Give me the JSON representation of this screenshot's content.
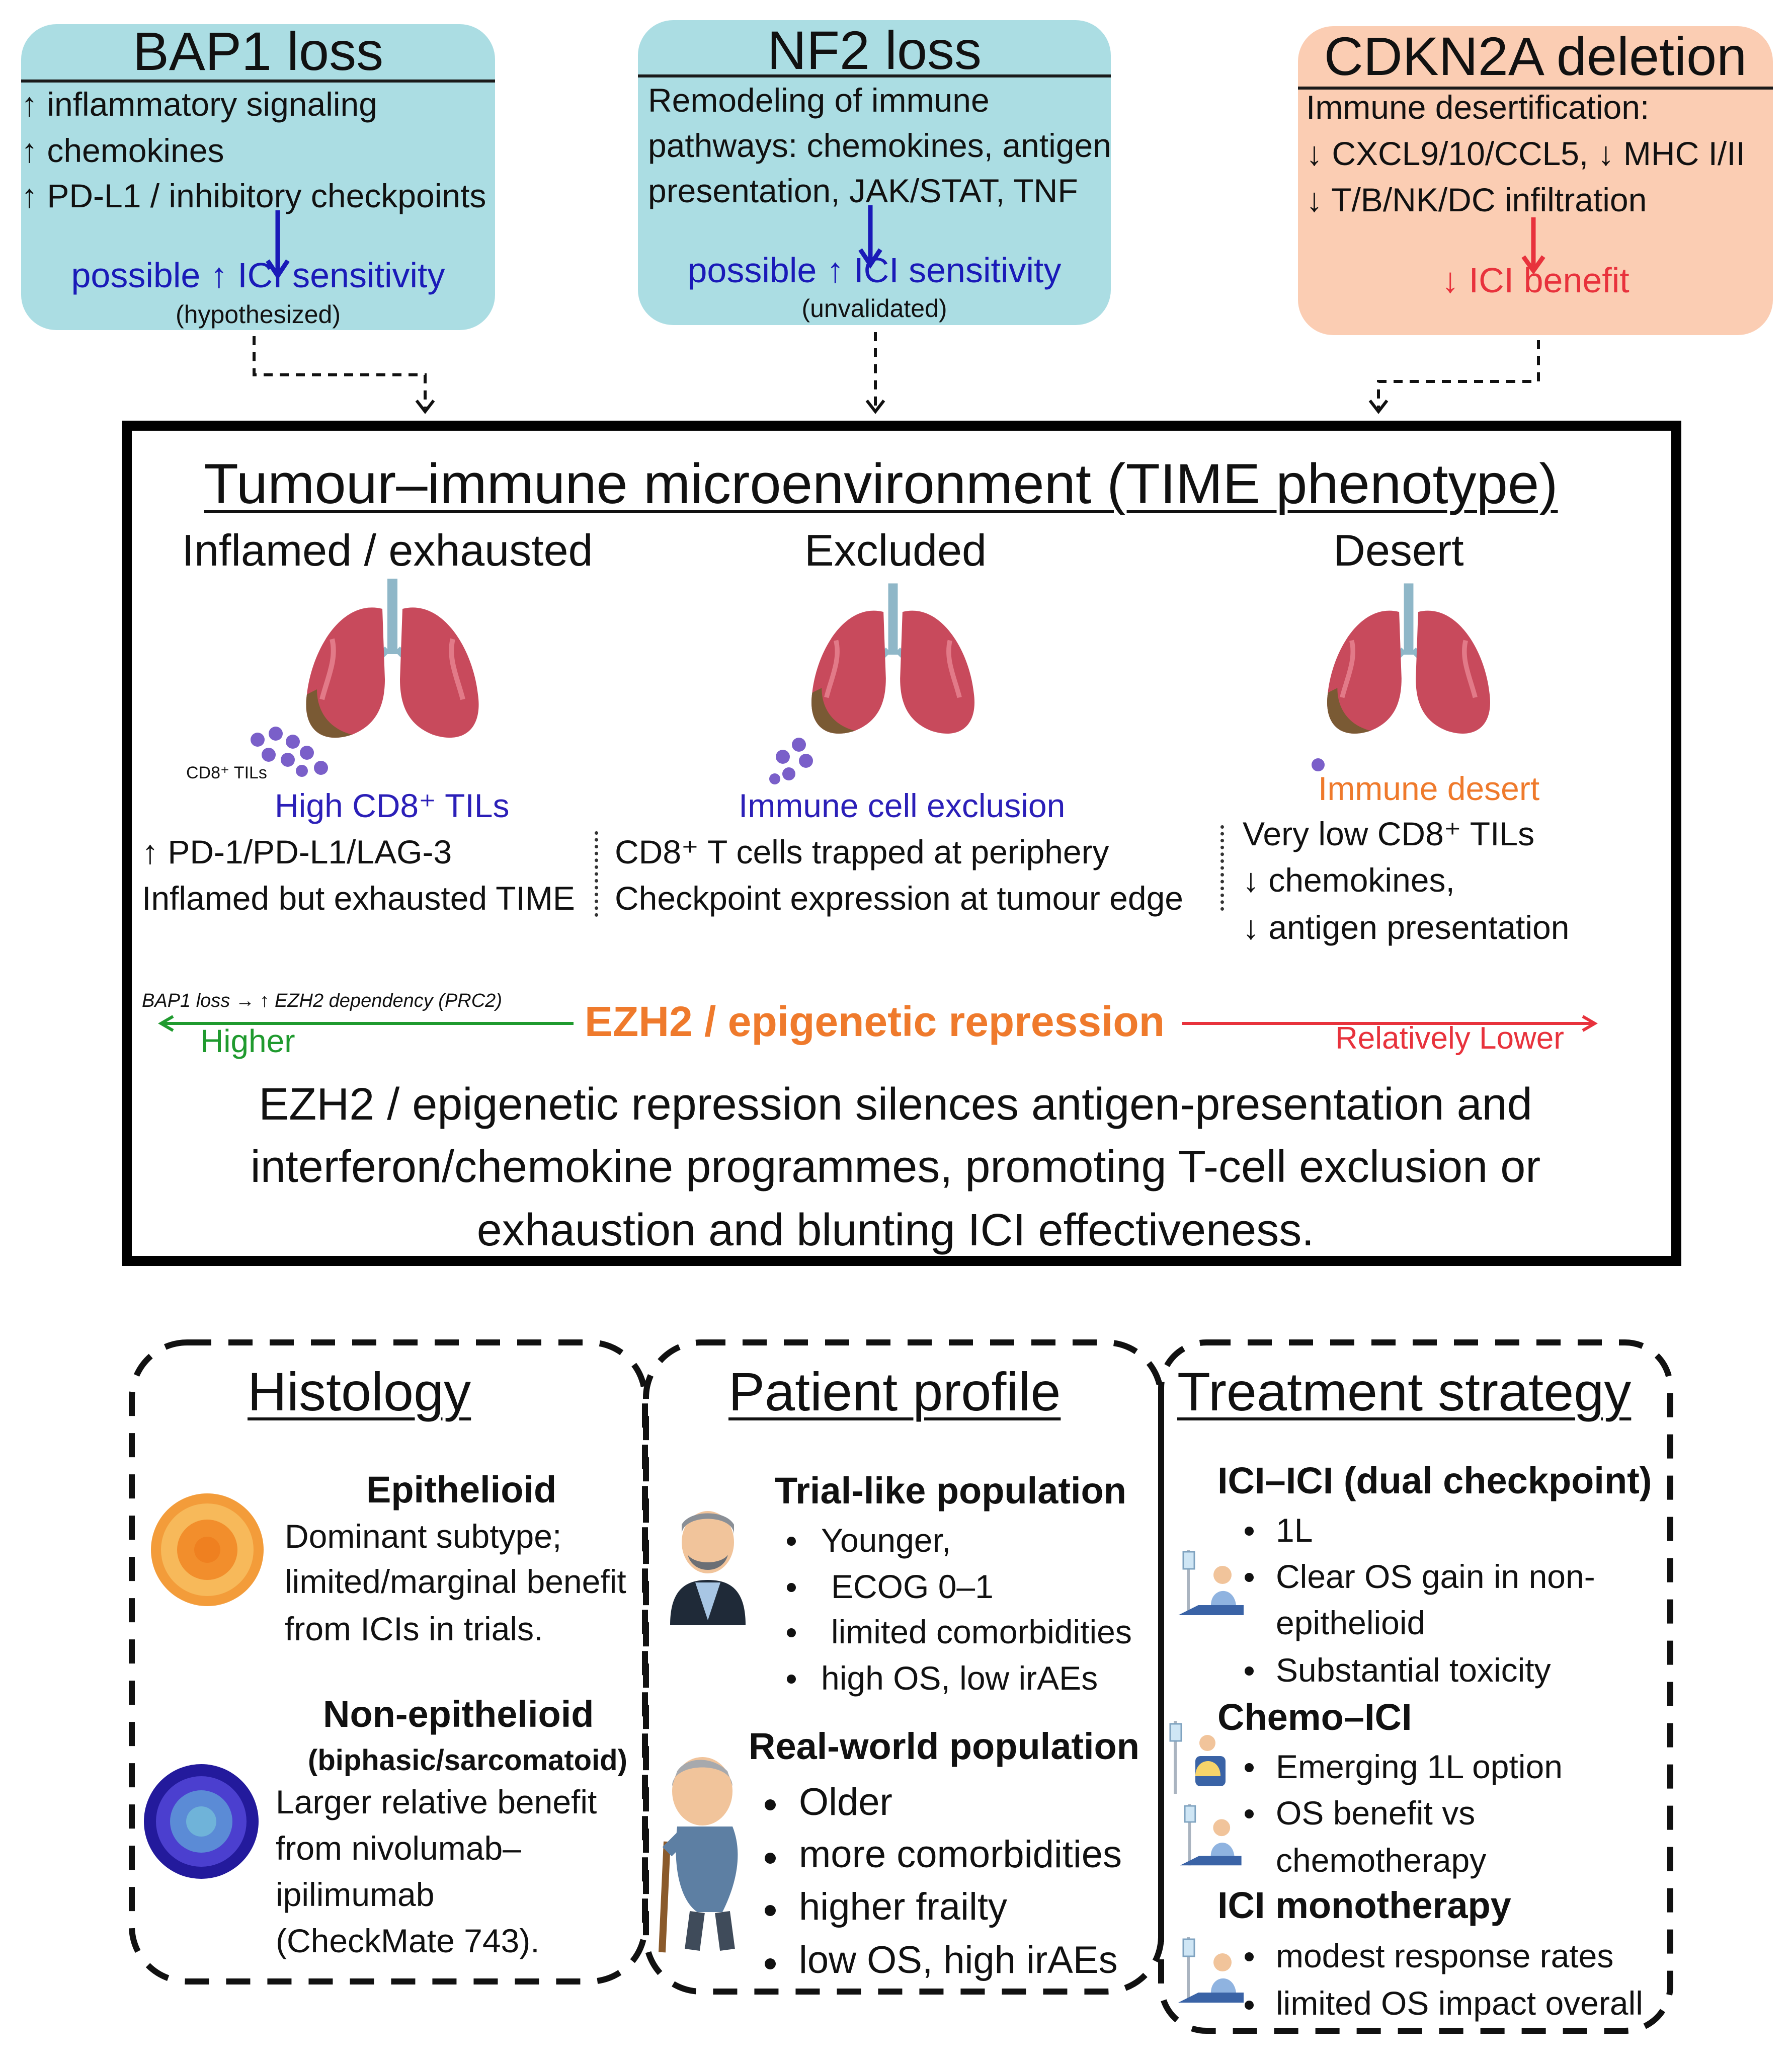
{
  "bap1": {
    "title": "BAP1 loss",
    "lines": [
      "↑ inflammatory signaling",
      "↑ chemokines",
      "↑ PD-L1 / inhibitory checkpoints"
    ],
    "conclusion": "possible ↑ ICI sensitivity",
    "note": "(hypothesized)"
  },
  "nf2": {
    "title": "NF2 loss",
    "lines": [
      "Remodeling of immune",
      "pathways: chemokines, antigen",
      "presentation, JAK/STAT, TNF"
    ],
    "conclusion": "possible ↑ ICI sensitivity",
    "note": "(unvalidated)"
  },
  "cdkn2a": {
    "title": "CDKN2A deletion",
    "lines": [
      "Immune desertification:",
      "↓ CXCL9/10/CCL5, ↓ MHC I/II",
      "↓ T/B/NK/DC infiltration"
    ],
    "conclusion": "↓ ICI benefit"
  },
  "time": {
    "title": "Tumour–immune microenvironment (TIME phenotype)",
    "inflamed": {
      "heading": "Inflamed / exhausted",
      "cells_label": "CD8⁺ TILs",
      "label": "High CD8⁺ TILs",
      "lines": [
        "↑ PD-1/PD-L1/LAG-3",
        "Inflamed but exhausted TIME"
      ]
    },
    "excluded": {
      "heading": "Excluded",
      "label": "Immune cell exclusion",
      "lines": [
        "CD8⁺ T cells trapped at periphery",
        "Checkpoint expression at tumour edge"
      ]
    },
    "desert": {
      "heading": "Desert",
      "label": "Immune desert",
      "lines": [
        "Very low CD8⁺ TILs",
        "↓ chemokines,",
        "↓ antigen presentation"
      ]
    },
    "ezh2": {
      "note": "BAP1 loss → ↑ EZH2 dependency (PRC2)",
      "label": "EZH2 / epigenetic repression",
      "higher": "Higher",
      "lower": "Relatively Lower"
    },
    "summary": [
      "EZH2 / epigenetic repression silences antigen-presentation and",
      "interferon/chemokine programmes, promoting T-cell exclusion or",
      "exhaustion and blunting ICI effectiveness."
    ]
  },
  "histology": {
    "title": "Histology",
    "epithelioid": {
      "heading": "Epithelioid",
      "lines": [
        "Dominant subtype;",
        "limited/marginal benefit",
        "from ICIs in trials."
      ]
    },
    "non_epithelioid": {
      "heading": "Non-epithelioid",
      "subheading": "(biphasic/sarcomatoid)",
      "lines": [
        "Larger relative benefit",
        "from nivolumab–",
        "ipilimumab",
        "(CheckMate 743)."
      ]
    }
  },
  "patient": {
    "title": "Patient profile",
    "trial": {
      "heading": "Trial-like population",
      "bullets": [
        "Younger,",
        "ECOG 0–1",
        "limited comorbidities",
        "high OS, low irAEs"
      ]
    },
    "real_world": {
      "heading": "Real-world population",
      "bullets": [
        "Older",
        "more comorbidities",
        "higher frailty",
        "low OS, high irAEs"
      ]
    }
  },
  "treatment": {
    "title": "Treatment strategy",
    "ici_ici": {
      "heading": "ICI–ICI (dual checkpoint)",
      "bullets": [
        "1L",
        "Clear OS gain in non-",
        "epithelioid",
        "Substantial toxicity"
      ]
    },
    "chemo_ici": {
      "heading": "Chemo–ICI",
      "bullets": [
        "Emerging 1L option",
        "OS benefit vs",
        "chemotherapy"
      ]
    },
    "ici_mono": {
      "heading": "ICI monotherapy",
      "bullets": [
        "modest response rates",
        "limited OS impact overall"
      ]
    }
  },
  "colors": {
    "box_blue": "#abdde3",
    "box_peach": "#fbcdb3",
    "blue_text": "#1a1ab8",
    "red_text": "#e8323c",
    "orange": "#ef7a2c",
    "green": "#1f9a2e",
    "purple": "#2b1fb8"
  }
}
